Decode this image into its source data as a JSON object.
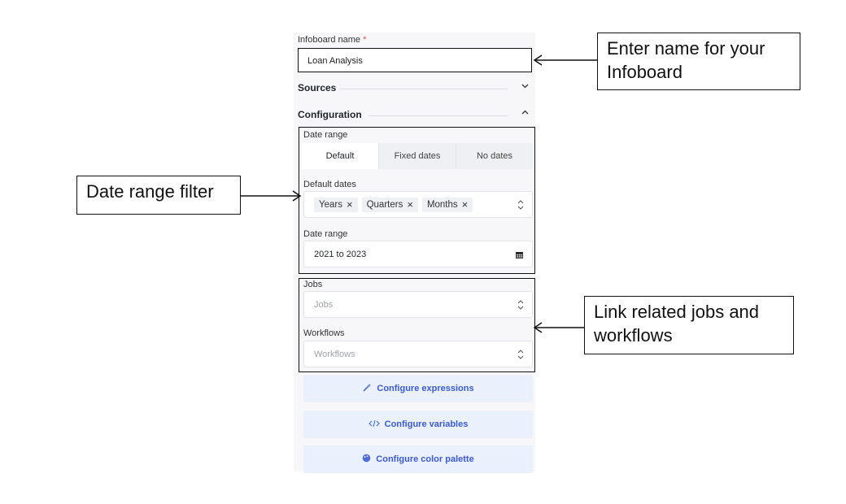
{
  "panel": {
    "infoboard_name_label": "Infoboard name",
    "required_mark": "*",
    "infoboard_name_value": "Loan Analysis",
    "sources_heading": "Sources",
    "configuration_heading": "Configuration",
    "date_range_group_label": "Date range",
    "tabs": [
      {
        "label": "Default",
        "active": true
      },
      {
        "label": "Fixed dates",
        "active": false
      },
      {
        "label": "No dates",
        "active": false
      }
    ],
    "default_dates_label": "Default dates",
    "default_dates_chips": [
      "Years",
      "Quarters",
      "Months"
    ],
    "date_range_label": "Date range",
    "date_range_value": "2021 to 2023",
    "jobs_label": "Jobs",
    "jobs_placeholder": "Jobs",
    "workflows_label": "Workflows",
    "workflows_placeholder": "Workflows",
    "buttons": [
      {
        "label": "Configure expressions",
        "icon": "magic-wand-icon"
      },
      {
        "label": "Configure variables",
        "icon": "code-icon"
      },
      {
        "label": "Configure color palette",
        "icon": "palette-icon"
      }
    ]
  },
  "callouts": {
    "name": "Enter name for your Infoboard",
    "date_range": "Date range filter",
    "jobs": "Link related jobs and workflows"
  },
  "colors": {
    "accent": "#3b5bd6",
    "button_bg": "#eaf0fc",
    "panel_bg": "#f7f7f9",
    "required": "#e5484d"
  }
}
